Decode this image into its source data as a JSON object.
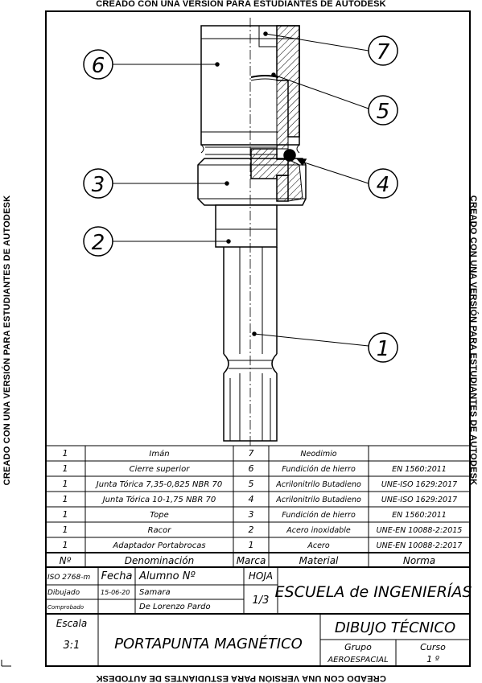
{
  "watermark": "CREADO CON UNA VERSIÓN PARA ESTUDIANTES DE AUTODESK",
  "balloons": [
    "1",
    "2",
    "3",
    "4",
    "5",
    "6",
    "7"
  ],
  "parts_list": {
    "rows": [
      {
        "qty": "1",
        "name": "Imán",
        "mark": "7",
        "material": "Neodimio",
        "norm": ""
      },
      {
        "qty": "1",
        "name": "Cierre superior",
        "mark": "6",
        "material": "Fundición de hierro",
        "norm": "EN 1560:2011"
      },
      {
        "qty": "1",
        "name": "Junta Tórica 7,35-0,825 NBR 70",
        "mark": "5",
        "material": "Acrilonitrilo Butadieno",
        "norm": "UNE-ISO 1629:2017"
      },
      {
        "qty": "1",
        "name": "Junta Tórica 10-1,75 NBR 70",
        "mark": "4",
        "material": "Acrilonitrilo Butadieno",
        "norm": "UNE-ISO 1629:2017"
      },
      {
        "qty": "1",
        "name": "Tope",
        "mark": "3",
        "material": "Fundición de hierro",
        "norm": "EN 1560:2011"
      },
      {
        "qty": "1",
        "name": "Racor",
        "mark": "2",
        "material": "Acero inoxidable",
        "norm": "UNE-EN 10088-2:2015"
      },
      {
        "qty": "1",
        "name": "Adaptador Portabrocas",
        "mark": "1",
        "material": "Acero",
        "norm": "UNE-EN 10088-2:2017"
      }
    ],
    "header": {
      "qty": "Nº",
      "name": "Denominación",
      "mark": "Marca",
      "material": "Material",
      "norm": "Norma"
    }
  },
  "title_block": {
    "iso": "ISO 2768-m",
    "fecha_label": "Fecha",
    "alumno_label": "Alumno Nº",
    "hoja_label": "HOJA",
    "dibujado_label": "Dibujado",
    "dibujado_date": "15-06-20",
    "dibujado_name": "Samara",
    "comprobado_label": "Comprobado",
    "comprobado_name": "De Lorenzo Pardo",
    "hoja_value": "1/3",
    "school": "ESCUELA de INGENIERÍAS",
    "escala_label": "Escala",
    "escala_value": "3:1",
    "title": "PORTAPUNTA MAGNÉTICO",
    "dibujo": "DIBUJO TÉCNICO",
    "grupo_label": "Grupo",
    "grupo_value": "AEROESPACIAL",
    "curso_label": "Curso",
    "curso_value": "1 º"
  }
}
